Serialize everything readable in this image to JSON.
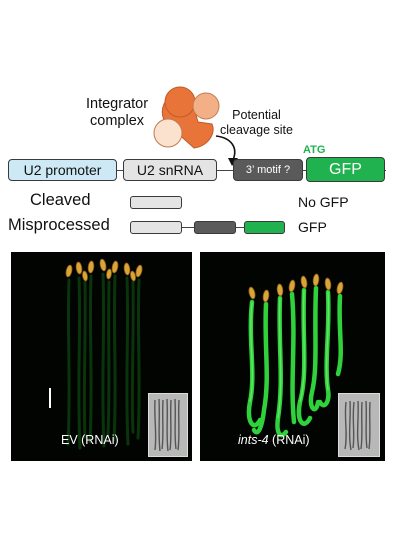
{
  "diagram": {
    "integrator_label": "Integrator\ncomplex",
    "cleavage_label": "Potential\ncleavage site",
    "atg_label": "ATG",
    "construct": {
      "promoter": "U2 promoter",
      "snrna": "U2 snRNA",
      "motif": "3’ motif ?",
      "gfp": "GFP"
    },
    "products": [
      {
        "label": "Cleaved",
        "result": "No GFP"
      },
      {
        "label": "Misprocessed",
        "result": "GFP"
      }
    ],
    "colors": {
      "promoter": "#cde9f6",
      "snrna": "#e4e4e4",
      "motif": "#5a5a5a",
      "gfp": "#1fb24f",
      "atg": "#1fb24f",
      "complex_dark": "#e8743a",
      "complex_light": "#f3b086"
    }
  },
  "panels": [
    {
      "caption": "EV (RNAi)",
      "caption_italic": "",
      "caption_rest": ""
    },
    {
      "caption": "",
      "caption_italic": "ints-4",
      "caption_rest": " (RNAi)"
    }
  ]
}
